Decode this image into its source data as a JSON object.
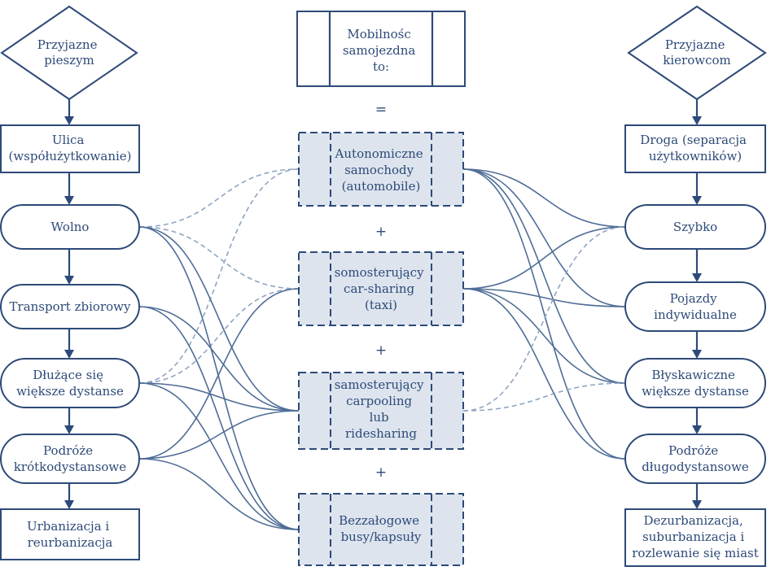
{
  "left": {
    "top": [
      "Przyjazne",
      "pieszym"
    ],
    "nodes": [
      [
        "Ulica",
        "(współużytkowanie)"
      ],
      [
        "Wolno"
      ],
      [
        "Transport zbiorowy"
      ],
      [
        "Dłużące się",
        "większe dystanse"
      ],
      [
        "Podróże",
        "krótkodystansowe"
      ],
      [
        "Urbanizacja i",
        "reurbanizacja"
      ]
    ]
  },
  "center": {
    "header": [
      "Mobilnośc",
      "samojezdna",
      "to:"
    ],
    "equals": "=",
    "plus": "+",
    "options": [
      [
        "Autonomiczne",
        "samochody",
        "(automobile)"
      ],
      [
        "somosterujący",
        "car-sharing",
        "(taxi)"
      ],
      [
        "samosterujący",
        "carpooling",
        "lub",
        "ridesharing"
      ],
      [
        "Bezzałogowe",
        "busy/kapsuły"
      ]
    ]
  },
  "right": {
    "top": [
      "Przyjazne",
      "kierowcom"
    ],
    "nodes": [
      [
        "Droga (separacja",
        "użytkowników)"
      ],
      [
        "Szybko"
      ],
      [
        "Pojazdy",
        "indywidualne"
      ],
      [
        "Błyskawiczne",
        "większe dystanse"
      ],
      [
        "Podróże",
        "długodystansowe"
      ],
      [
        "Dezurbanizacja,",
        "suburbanizacja i",
        "rozlewanie się miast"
      ]
    ]
  },
  "colors": {
    "line": "#2d4a78",
    "fill_dashed": "#dde4ee"
  }
}
